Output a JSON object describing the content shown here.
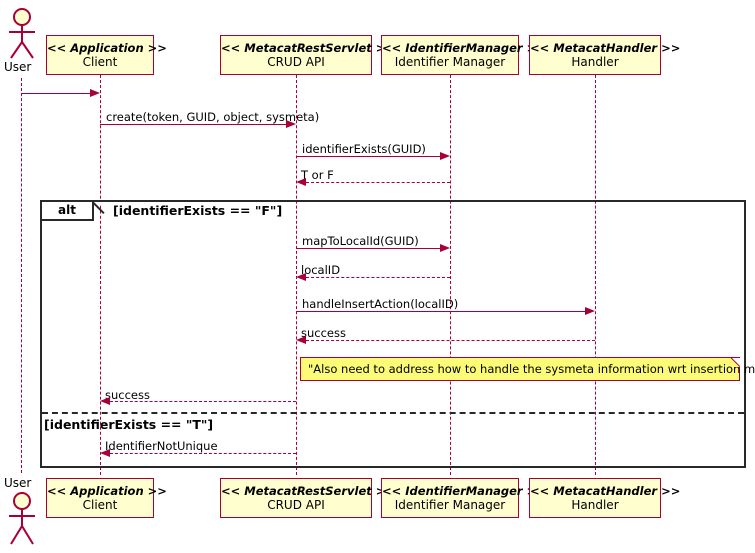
{
  "diagram": {
    "type": "uml-sequence-diagram",
    "colors": {
      "participant_fill": "#FEFECE",
      "participant_border": "#A80036",
      "line": "#A80036",
      "note_fill": "#FBFB77",
      "frame_border": "#282828",
      "background": "#FFFFFF"
    },
    "actor": {
      "label": "User"
    },
    "participants": [
      {
        "stereotype": "<< Application >>",
        "name": "Client"
      },
      {
        "stereotype": "<< MetacatRestServlet >>",
        "name": "CRUD API"
      },
      {
        "stereotype": "<< IdentifierManager >>",
        "name": "Identifier Manager"
      },
      {
        "stereotype": "<< MetacatHandler >>",
        "name": "Handler"
      }
    ],
    "messages": [
      {
        "label": "",
        "from": "User",
        "to": "Client",
        "style": "solid",
        "direction": "right"
      },
      {
        "label": "create(token, GUID, object, sysmeta)",
        "from": "Client",
        "to": "CRUD API",
        "style": "solid",
        "direction": "right"
      },
      {
        "label": "identifierExists(GUID)",
        "from": "CRUD API",
        "to": "Identifier Manager",
        "style": "solid",
        "direction": "right"
      },
      {
        "label": "T or F",
        "from": "Identifier Manager",
        "to": "CRUD API",
        "style": "dashed",
        "direction": "left"
      },
      {
        "label": "mapToLocalId(GUID)",
        "from": "CRUD API",
        "to": "Identifier Manager",
        "style": "solid",
        "direction": "right"
      },
      {
        "label": "localID",
        "from": "Identifier Manager",
        "to": "CRUD API",
        "style": "dashed",
        "direction": "left"
      },
      {
        "label": "handleInsertAction(localID)",
        "from": "CRUD API",
        "to": "Handler",
        "style": "solid",
        "direction": "right"
      },
      {
        "label": "success",
        "from": "Handler",
        "to": "CRUD API",
        "style": "dashed",
        "direction": "left"
      },
      {
        "label": "success",
        "from": "CRUD API",
        "to": "Client",
        "style": "dashed",
        "direction": "left"
      },
      {
        "label": "IdentifierNotUnique",
        "from": "CRUD API",
        "to": "Client",
        "style": "dashed",
        "direction": "left"
      }
    ],
    "fragment": {
      "operator": "alt",
      "branches": [
        {
          "condition": "[identifierExists == \"F\"]"
        },
        {
          "condition": "[identifierExists == \"T\"]"
        }
      ]
    },
    "note": {
      "text": "\"Also need to address how to handle the sysmeta information wrt insertion methods\""
    }
  }
}
